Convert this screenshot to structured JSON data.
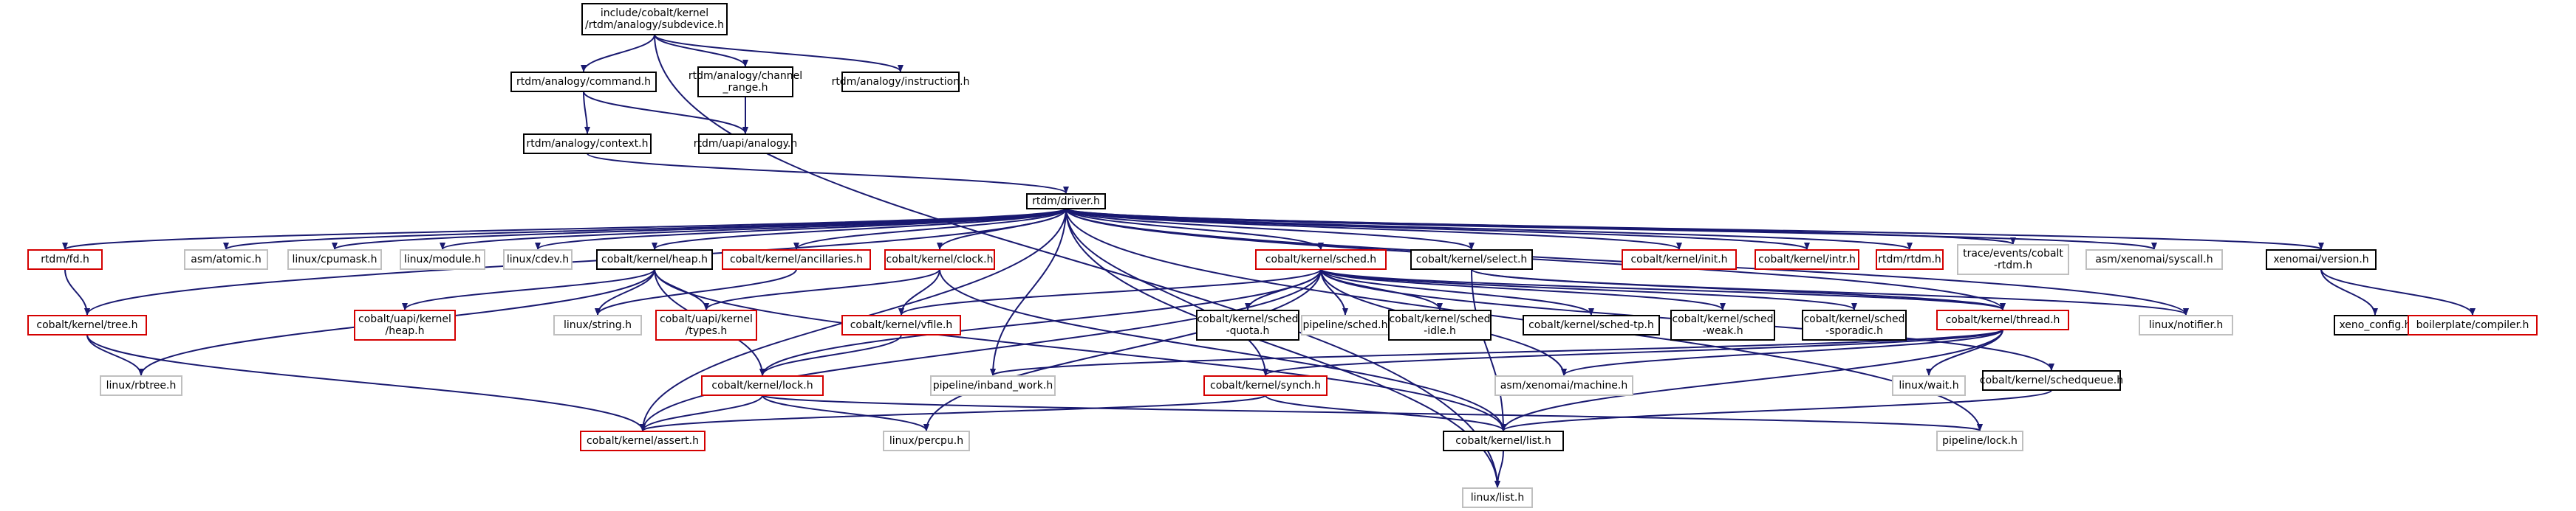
{
  "colors": {
    "edge": "#191970",
    "text": "#000000",
    "border_black": "#000000",
    "border_red": "#d40000",
    "border_gray": "#bfbfbf",
    "root_fill": "#bfbfbf"
  },
  "nodes": [
    {
      "id": "root",
      "lines": [
        "include/cobalt/kernel",
        "/rtdm/analogy/subdevice.h"
      ],
      "border": "root"
    },
    {
      "id": "command",
      "lines": [
        "rtdm/analogy/command.h"
      ],
      "border": "black"
    },
    {
      "id": "channel_range",
      "lines": [
        "rtdm/analogy/channel",
        "_range.h"
      ],
      "border": "black"
    },
    {
      "id": "instruction",
      "lines": [
        "rtdm/analogy/instruction.h"
      ],
      "border": "black"
    },
    {
      "id": "context",
      "lines": [
        "rtdm/analogy/context.h"
      ],
      "border": "black"
    },
    {
      "id": "uapi_analogy",
      "lines": [
        "rtdm/uapi/analogy.h"
      ],
      "border": "black"
    },
    {
      "id": "driver",
      "lines": [
        "rtdm/driver.h"
      ],
      "border": "black"
    },
    {
      "id": "fd",
      "lines": [
        "rtdm/fd.h"
      ],
      "border": "red"
    },
    {
      "id": "atomic",
      "lines": [
        "asm/atomic.h"
      ],
      "border": "gray"
    },
    {
      "id": "cpumask",
      "lines": [
        "linux/cpumask.h"
      ],
      "border": "gray"
    },
    {
      "id": "module",
      "lines": [
        "linux/module.h"
      ],
      "border": "gray"
    },
    {
      "id": "cdev",
      "lines": [
        "linux/cdev.h"
      ],
      "border": "gray"
    },
    {
      "id": "heap",
      "lines": [
        "cobalt/kernel/heap.h"
      ],
      "border": "black"
    },
    {
      "id": "ancillaries",
      "lines": [
        "cobalt/kernel/ancillaries.h"
      ],
      "border": "red"
    },
    {
      "id": "clock",
      "lines": [
        "cobalt/kernel/clock.h"
      ],
      "border": "red"
    },
    {
      "id": "sched",
      "lines": [
        "cobalt/kernel/sched.h"
      ],
      "border": "red"
    },
    {
      "id": "select",
      "lines": [
        "cobalt/kernel/select.h"
      ],
      "border": "black"
    },
    {
      "id": "init",
      "lines": [
        "cobalt/kernel/init.h"
      ],
      "border": "red"
    },
    {
      "id": "intr",
      "lines": [
        "cobalt/kernel/intr.h"
      ],
      "border": "red"
    },
    {
      "id": "rtdm",
      "lines": [
        "rtdm/rtdm.h"
      ],
      "border": "red"
    },
    {
      "id": "trace_rtdm",
      "lines": [
        "trace/events/cobalt",
        "-rtdm.h"
      ],
      "border": "gray"
    },
    {
      "id": "syscall",
      "lines": [
        "asm/xenomai/syscall.h"
      ],
      "border": "gray"
    },
    {
      "id": "version",
      "lines": [
        "xenomai/version.h"
      ],
      "border": "black"
    },
    {
      "id": "tree",
      "lines": [
        "cobalt/kernel/tree.h"
      ],
      "border": "red"
    },
    {
      "id": "uapi_heap",
      "lines": [
        "cobalt/uapi/kernel",
        "/heap.h"
      ],
      "border": "red"
    },
    {
      "id": "string",
      "lines": [
        "linux/string.h"
      ],
      "border": "gray"
    },
    {
      "id": "uapi_types",
      "lines": [
        "cobalt/uapi/kernel",
        "/types.h"
      ],
      "border": "red"
    },
    {
      "id": "vfile",
      "lines": [
        "cobalt/kernel/vfile.h"
      ],
      "border": "red"
    },
    {
      "id": "quota",
      "lines": [
        "cobalt/kernel/sched",
        "-quota.h"
      ],
      "border": "black"
    },
    {
      "id": "pipeline_sched",
      "lines": [
        "pipeline/sched.h"
      ],
      "border": "gray"
    },
    {
      "id": "idle",
      "lines": [
        "cobalt/kernel/sched",
        "-idle.h"
      ],
      "border": "black"
    },
    {
      "id": "tp",
      "lines": [
        "cobalt/kernel/sched-tp.h"
      ],
      "border": "black"
    },
    {
      "id": "weak",
      "lines": [
        "cobalt/kernel/sched",
        "-weak.h"
      ],
      "border": "black"
    },
    {
      "id": "sporadic",
      "lines": [
        "cobalt/kernel/sched",
        "-sporadic.h"
      ],
      "border": "black"
    },
    {
      "id": "notifier",
      "lines": [
        "linux/notifier.h"
      ],
      "border": "gray"
    },
    {
      "id": "xeno_config",
      "lines": [
        "xeno_config.h"
      ],
      "border": "black"
    },
    {
      "id": "compiler",
      "lines": [
        "boilerplate/compiler.h"
      ],
      "border": "red"
    },
    {
      "id": "thread",
      "lines": [
        "cobalt/kernel/thread.h"
      ],
      "border": "red"
    },
    {
      "id": "rbtree",
      "lines": [
        "linux/rbtree.h"
      ],
      "border": "gray"
    },
    {
      "id": "lock",
      "lines": [
        "cobalt/kernel/lock.h"
      ],
      "border": "red"
    },
    {
      "id": "inband_work",
      "lines": [
        "pipeline/inband_work.h"
      ],
      "border": "gray"
    },
    {
      "id": "synch",
      "lines": [
        "cobalt/kernel/synch.h"
      ],
      "border": "red"
    },
    {
      "id": "machine",
      "lines": [
        "asm/xenomai/machine.h"
      ],
      "border": "gray"
    },
    {
      "id": "wait",
      "lines": [
        "linux/wait.h"
      ],
      "border": "gray"
    },
    {
      "id": "schedqueue",
      "lines": [
        "cobalt/kernel/schedqueue.h"
      ],
      "border": "black"
    },
    {
      "id": "assert",
      "lines": [
        "cobalt/kernel/assert.h"
      ],
      "border": "red"
    },
    {
      "id": "percpu",
      "lines": [
        "linux/percpu.h"
      ],
      "border": "gray"
    },
    {
      "id": "list_cobalt",
      "lines": [
        "cobalt/kernel/list.h"
      ],
      "border": "black"
    },
    {
      "id": "pipeline_lock",
      "lines": [
        "pipeline/lock.h"
      ],
      "border": "gray"
    },
    {
      "id": "linux_list",
      "lines": [
        "linux/list.h"
      ],
      "border": "gray"
    }
  ]
}
